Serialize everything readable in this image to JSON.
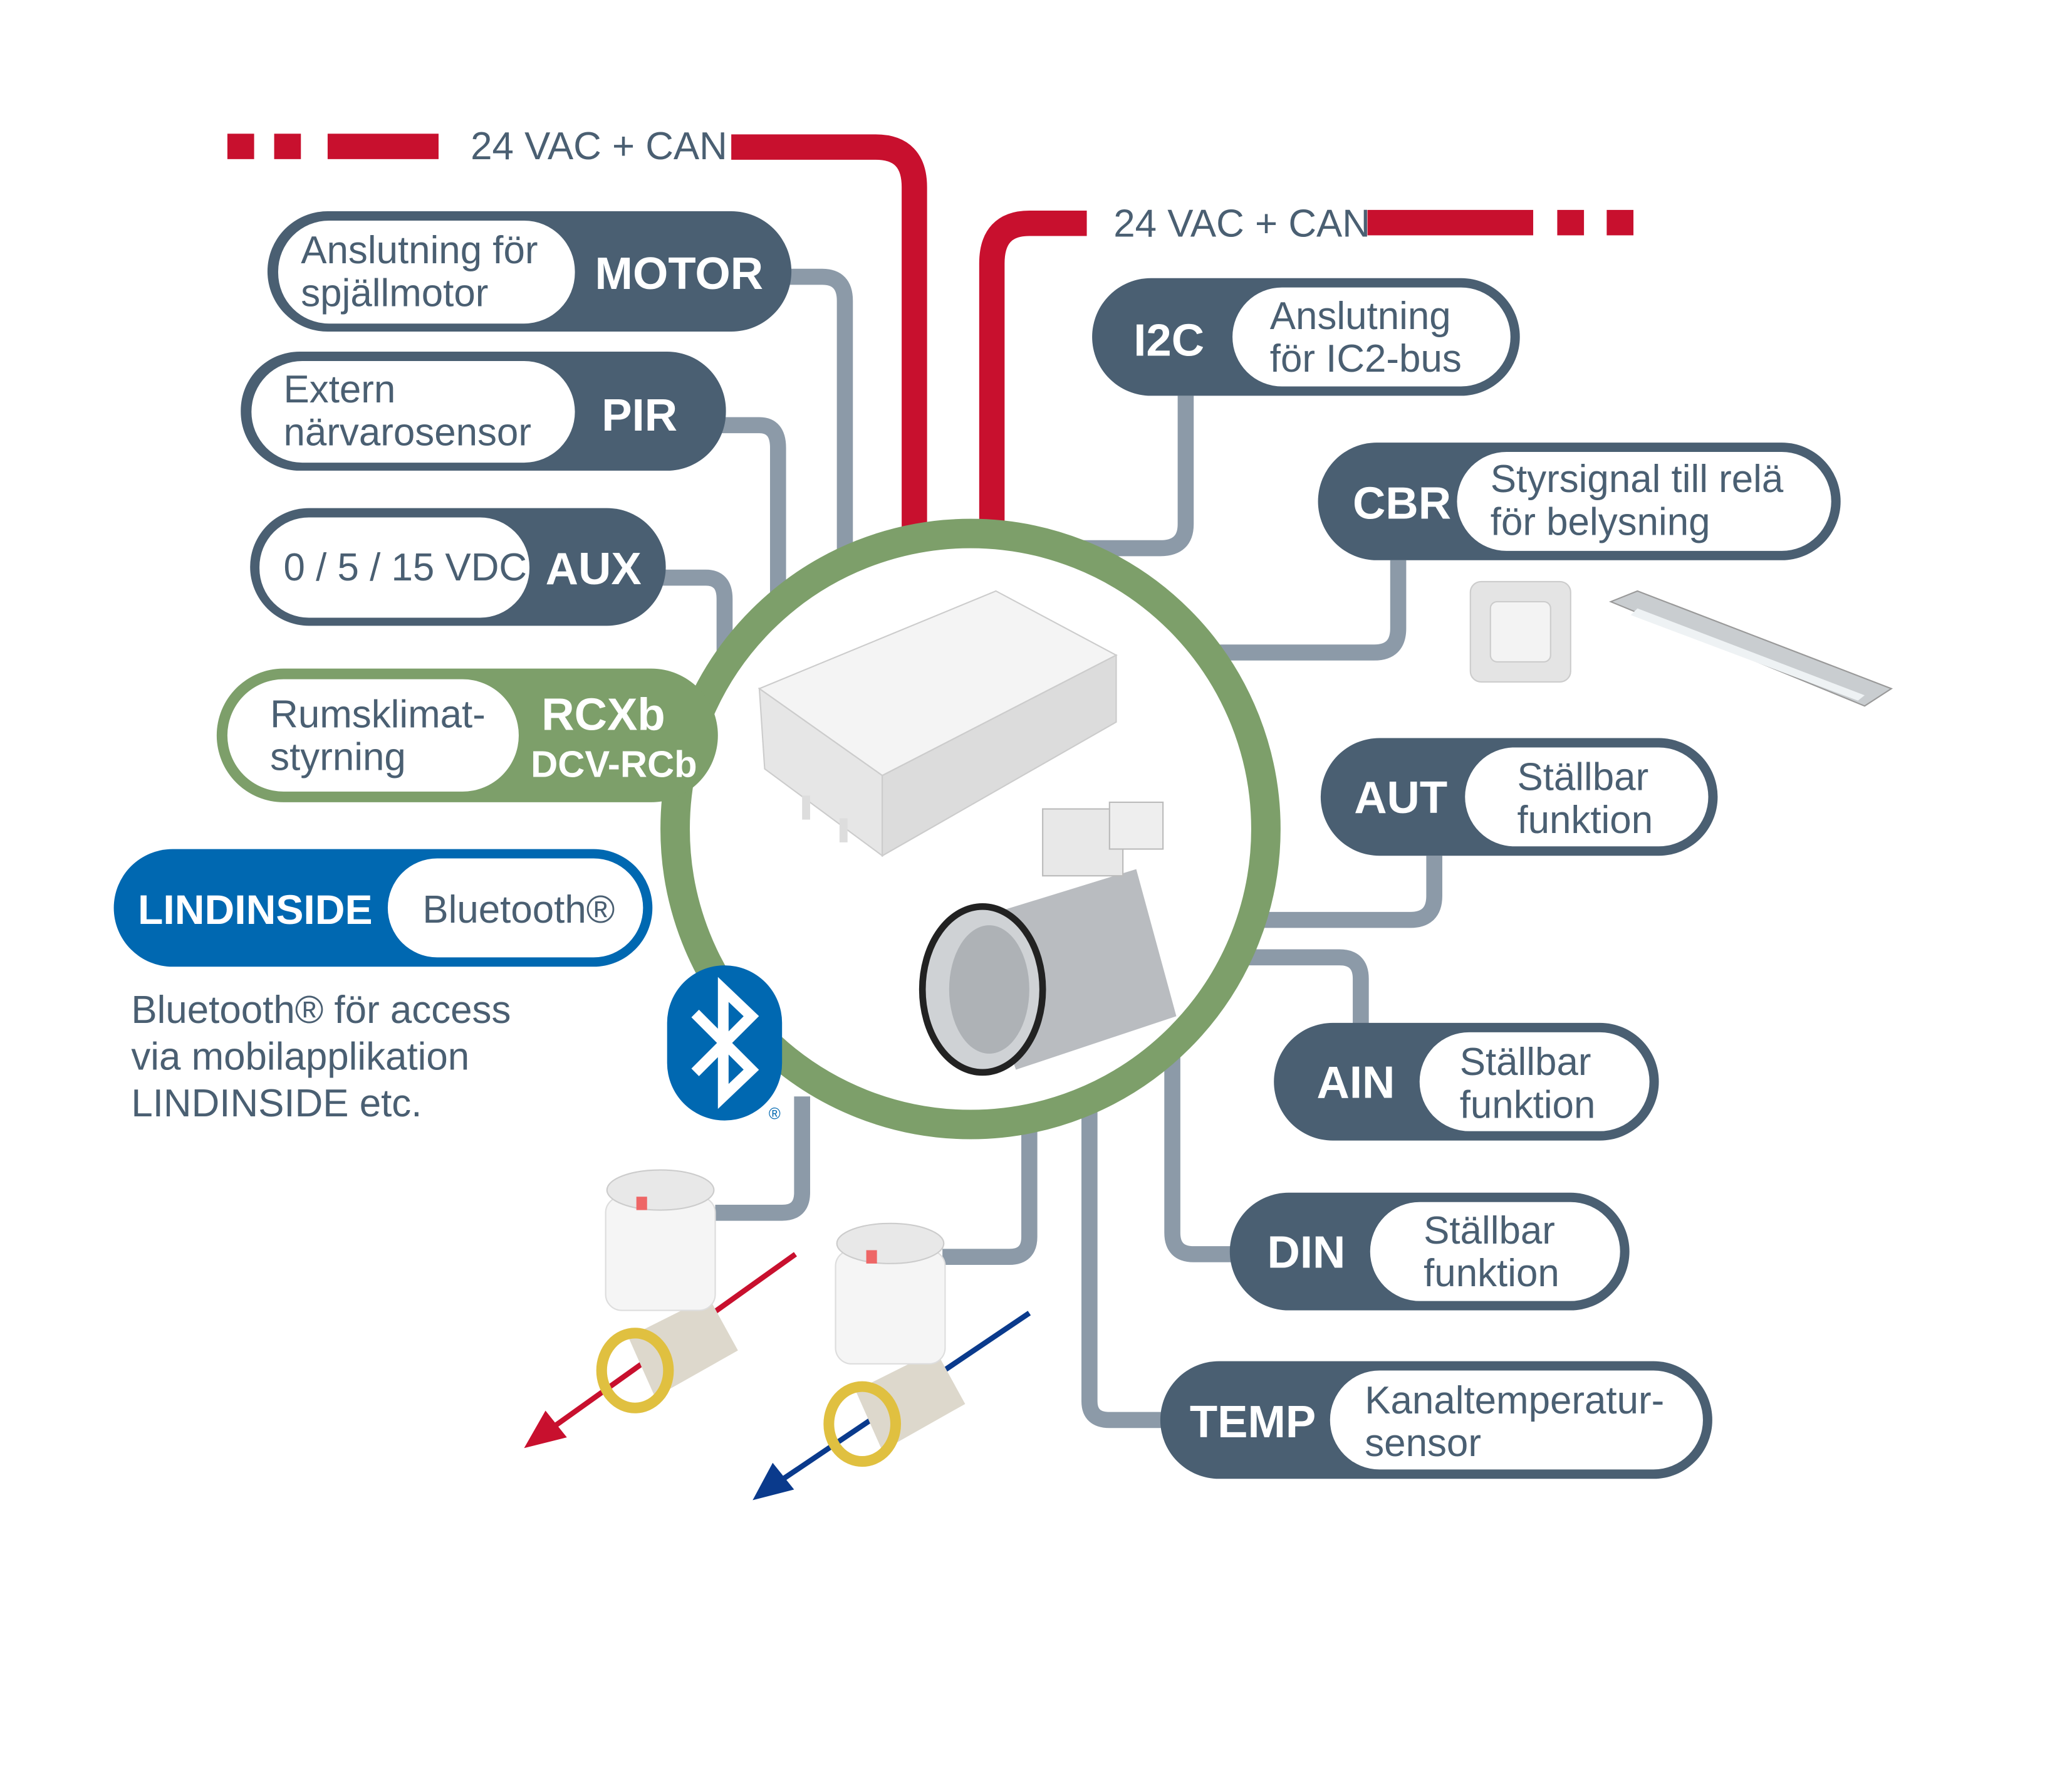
{
  "colors": {
    "slate": "#4a5f72",
    "wire": "#8c9aa8",
    "power": "#c8102e",
    "rc": "#7d9f6a",
    "bluetooth": "#0068b1"
  },
  "bus_left": {
    "label": "24 VAC + CAN"
  },
  "bus_right": {
    "label": "24 VAC + CAN"
  },
  "left": {
    "motor": {
      "code": "MOTOR",
      "line1": "Anslutning för",
      "line2": "spjällmotor"
    },
    "pir": {
      "code": "PIR",
      "line1": "Extern",
      "line2": "närvarosensor"
    },
    "aux": {
      "code": "AUX",
      "line1": "0 / 5 / 15 VDC"
    },
    "rc": {
      "code": "RCXb",
      "code2": "DCV-RCb",
      "line1": "Rumsklimat-",
      "line2": "styrning"
    },
    "lindinside": {
      "code": "LINDINSIDE",
      "line1": "Bluetooth®"
    },
    "description": [
      "Bluetooth® för access",
      "via mobilapplikation",
      "LINDINSIDE etc."
    ]
  },
  "right": {
    "i2c": {
      "code": "I2C",
      "line1": "Anslutning",
      "line2": "för IC2-bus"
    },
    "cbr": {
      "code": "CBR",
      "line1": "Styrsignal till relä",
      "line2": "för belysning"
    },
    "aut": {
      "code": "AUT",
      "line1": "Ställbar",
      "line2": "funktion"
    },
    "ain": {
      "code": "AIN",
      "line1": "Ställbar",
      "line2": "funktion"
    },
    "din": {
      "code": "DIN",
      "line1": "Ställbar",
      "line2": "funktion"
    },
    "temp": {
      "code": "TEMP",
      "line1": "Kanaltemperatur-",
      "line2": "sensor"
    }
  },
  "icons": [
    "bluetooth-icon",
    "controller-unit",
    "damper",
    "light-switch",
    "light-fixture",
    "valve-hot",
    "valve-cold"
  ]
}
